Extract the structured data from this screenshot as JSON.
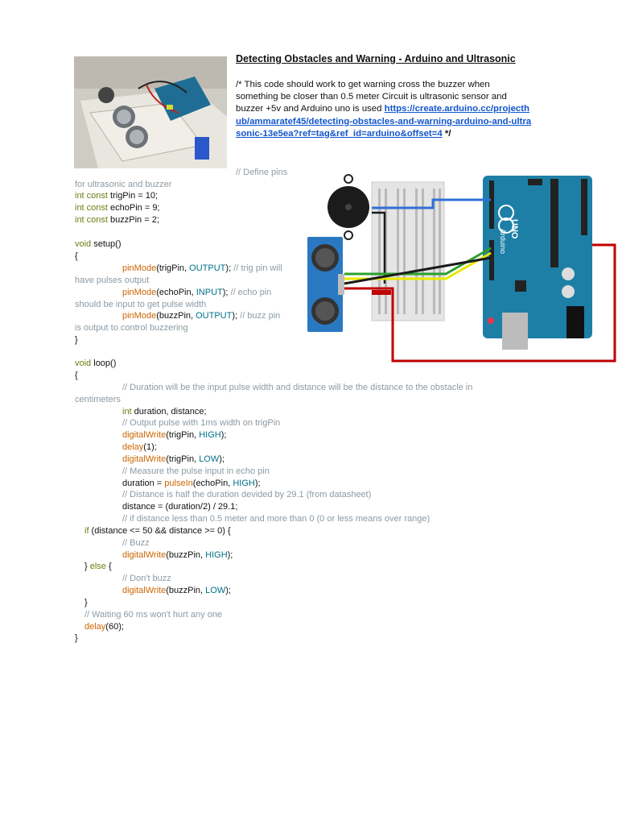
{
  "title": "Detecting Obstacles and Warning - Arduino and Ultrasonic",
  "intro_text": "/* This code should work to get warning cross the buzzer when something be closer than 0.5 meter Circuit is ultrasonic sensor and buzzer +5v and Arduino uno is used",
  "intro_link": "https://create.arduino.cc/projecthub/ammaratef45/detecting-obstacles-and-warning-arduino-and-ultrasonic-13e5ea?ref=tag&ref_id=arduino&offset=4",
  "intro_end": " */",
  "code": {
    "define_pins": "// Define pins",
    "for_ultra": "for ultrasonic and buzzer",
    "l_trig": [
      "int const",
      " trigPin = 10;"
    ],
    "l_echo": [
      "int const",
      " echoPin = 9;"
    ],
    "l_buzz": [
      "int const",
      " buzzPin = 2;"
    ],
    "setup": [
      "void",
      " setup()"
    ],
    "brace_open": "{",
    "brace_close": "}",
    "pm1": [
      "pinMode",
      "(trigPin, ",
      "OUTPUT",
      "); ",
      "// trig pin will"
    ],
    "pm1b": "have pulses output",
    "pm2": [
      "pinMode",
      "(echoPin, ",
      "INPUT",
      "); ",
      "// echo pin"
    ],
    "pm2b": "should be input to get pulse width",
    "pm3": [
      "pinMode",
      "(buzzPin, ",
      "OUTPUT",
      "); ",
      "// buzz pin"
    ],
    "pm3b": "is output to control buzzering",
    "loop": [
      "void",
      " loop()"
    ],
    "c_duration": "// Duration will be the input pulse width and distance will be the distance to the obstacle in",
    "c_duration2": "centimeters",
    "decl": [
      "int",
      " duration, distance;"
    ],
    "c_output": "// Output pulse with 1ms width on trigPin",
    "dw1": [
      "digitalWrite",
      "(trigPin, ",
      "HIGH",
      ");"
    ],
    "delay1": [
      "delay",
      "(1);"
    ],
    "dw2": [
      "digitalWrite",
      "(trigPin, ",
      "LOW",
      ");"
    ],
    "c_measure": "// Measure the pulse input in echo pin",
    "pulse": [
      "duration = ",
      "pulseIn",
      "(echoPin, ",
      "HIGH",
      ");"
    ],
    "c_half": "// Distance is half the duration devided by 29.1 (from datasheet)",
    "dist": "distance = (duration/2) / 29.1;",
    "c_if": "// if distance less than 0.5 meter and more than 0 (0 or less means over range)",
    "if": [
      "if",
      " (distance <= 50 && distance >= 0) {"
    ],
    "c_buzz": "// Buzz",
    "dw3": [
      "digitalWrite",
      "(buzzPin, ",
      "HIGH",
      ");"
    ],
    "else": [
      "} ",
      "else",
      " {"
    ],
    "c_dont": "// Don't buzz",
    "dw4": [
      "digitalWrite",
      "(buzzPin, ",
      "LOW",
      ");"
    ],
    "close_if": "}",
    "c_wait": "// Waiting 60 ms won't hurt any one",
    "delay60": [
      "delay",
      "(60);"
    ]
  },
  "diagram": {
    "board_labels": [
      "UNO",
      "Arduino"
    ],
    "colors": {
      "board": "#1d7fa6",
      "wire_red": "#c00000",
      "wire_blue": "#2f6fd6",
      "wire_yellow": "#e8e800",
      "wire_green": "#2ca02c",
      "breadboard": "#e8e8e8"
    }
  }
}
